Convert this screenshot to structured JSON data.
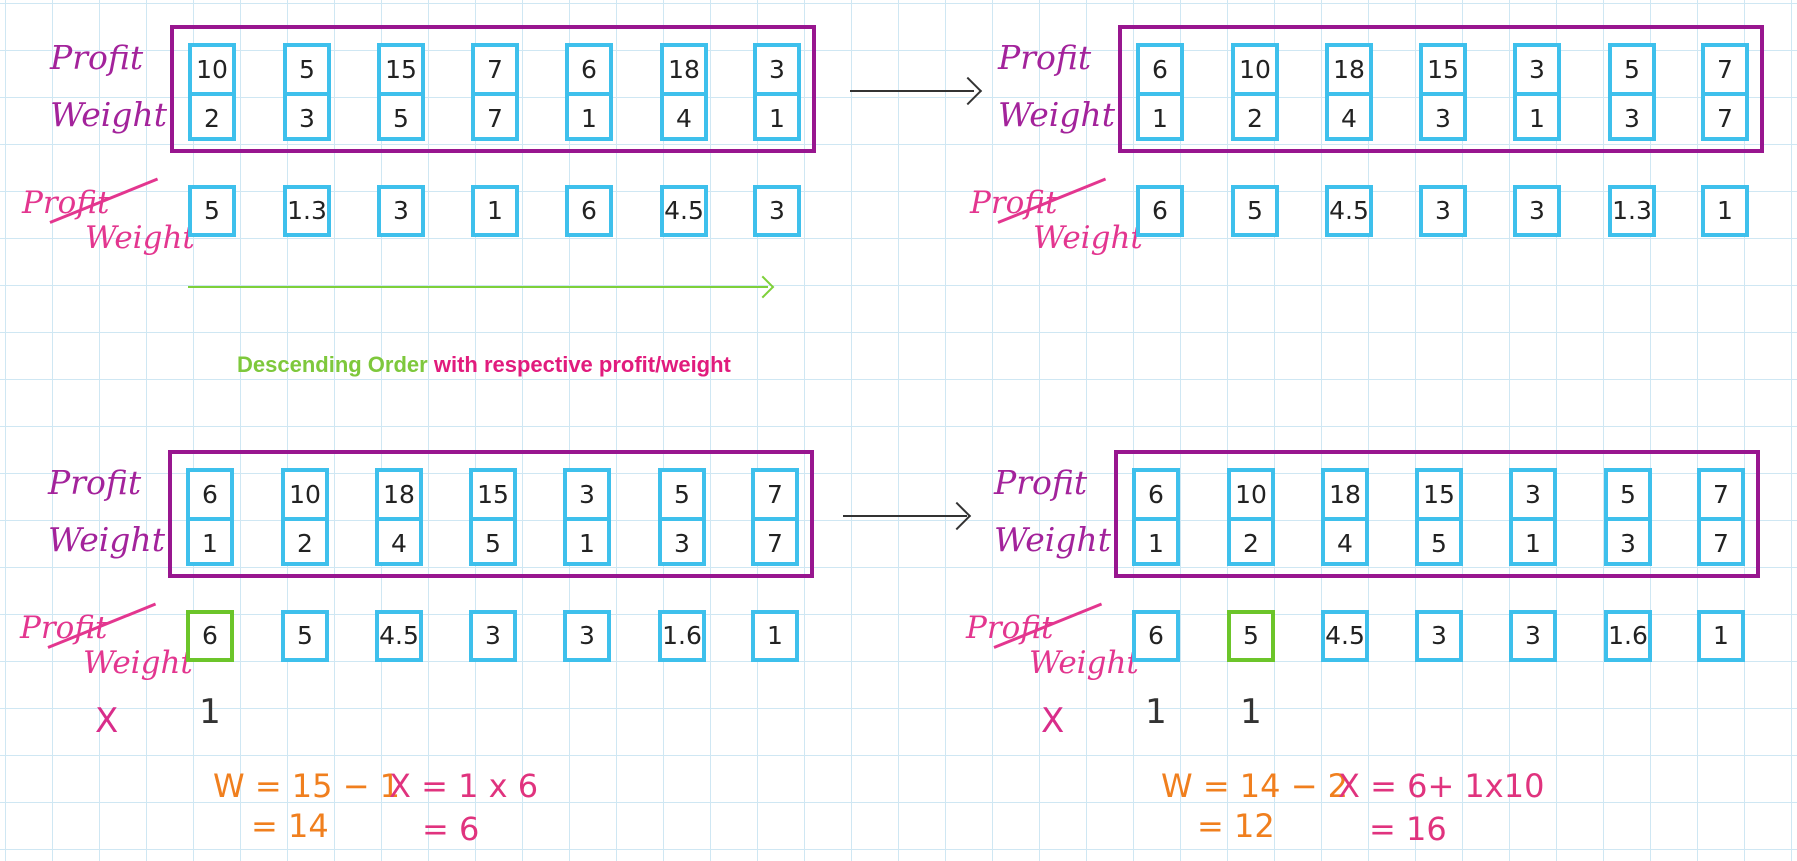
{
  "labels": {
    "profit": "Profit",
    "weight": "Weight",
    "ratio_top": "Profit",
    "ratio_bottom": "Weight",
    "x": "X"
  },
  "caption": {
    "green": "Descending Order",
    "magenta": "with respective profit/weight"
  },
  "colors": {
    "frame": "#98168f",
    "cell": "#3ec0ec",
    "selected_cell": "#6cc52a",
    "arrow": "#7ed03a",
    "weight_calc": "#f07f1e",
    "x_calc": "#e0337e"
  },
  "panels": [
    {
      "profits": [
        "10",
        "5",
        "15",
        "7",
        "6",
        "18",
        "3"
      ],
      "weights": [
        "2",
        "3",
        "5",
        "7",
        "1",
        "4",
        "1"
      ],
      "ratios": [
        "5",
        "1.3",
        "3",
        "1",
        "6",
        "4.5",
        "3"
      ]
    },
    {
      "profits": [
        "6",
        "10",
        "18",
        "15",
        "3",
        "5",
        "7"
      ],
      "weights": [
        "1",
        "2",
        "4",
        "3",
        "1",
        "3",
        "7"
      ],
      "ratios": [
        "6",
        "5",
        "4.5",
        "3",
        "3",
        "1.3",
        "1"
      ]
    },
    {
      "profits": [
        "6",
        "10",
        "18",
        "15",
        "3",
        "5",
        "7"
      ],
      "weights": [
        "1",
        "2",
        "4",
        "5",
        "1",
        "3",
        "7"
      ],
      "ratios": [
        "6",
        "5",
        "4.5",
        "3",
        "3",
        "1.6",
        "1"
      ],
      "x_values": [
        "1"
      ],
      "w_line1": "W = 15 − 1",
      "w_line2": "= 14",
      "x_line1": "X = 1 x 6",
      "x_line2": "= 6"
    },
    {
      "profits": [
        "6",
        "10",
        "18",
        "15",
        "3",
        "5",
        "7"
      ],
      "weights": [
        "1",
        "2",
        "4",
        "5",
        "1",
        "3",
        "7"
      ],
      "ratios": [
        "6",
        "5",
        "4.5",
        "3",
        "3",
        "1.6",
        "1"
      ],
      "x_values": [
        "1",
        "1"
      ],
      "w_line1": "W = 14 − 2",
      "w_line2": "= 12",
      "x_line1": "X = 6+ 1x10",
      "x_line2": "= 16"
    }
  ]
}
